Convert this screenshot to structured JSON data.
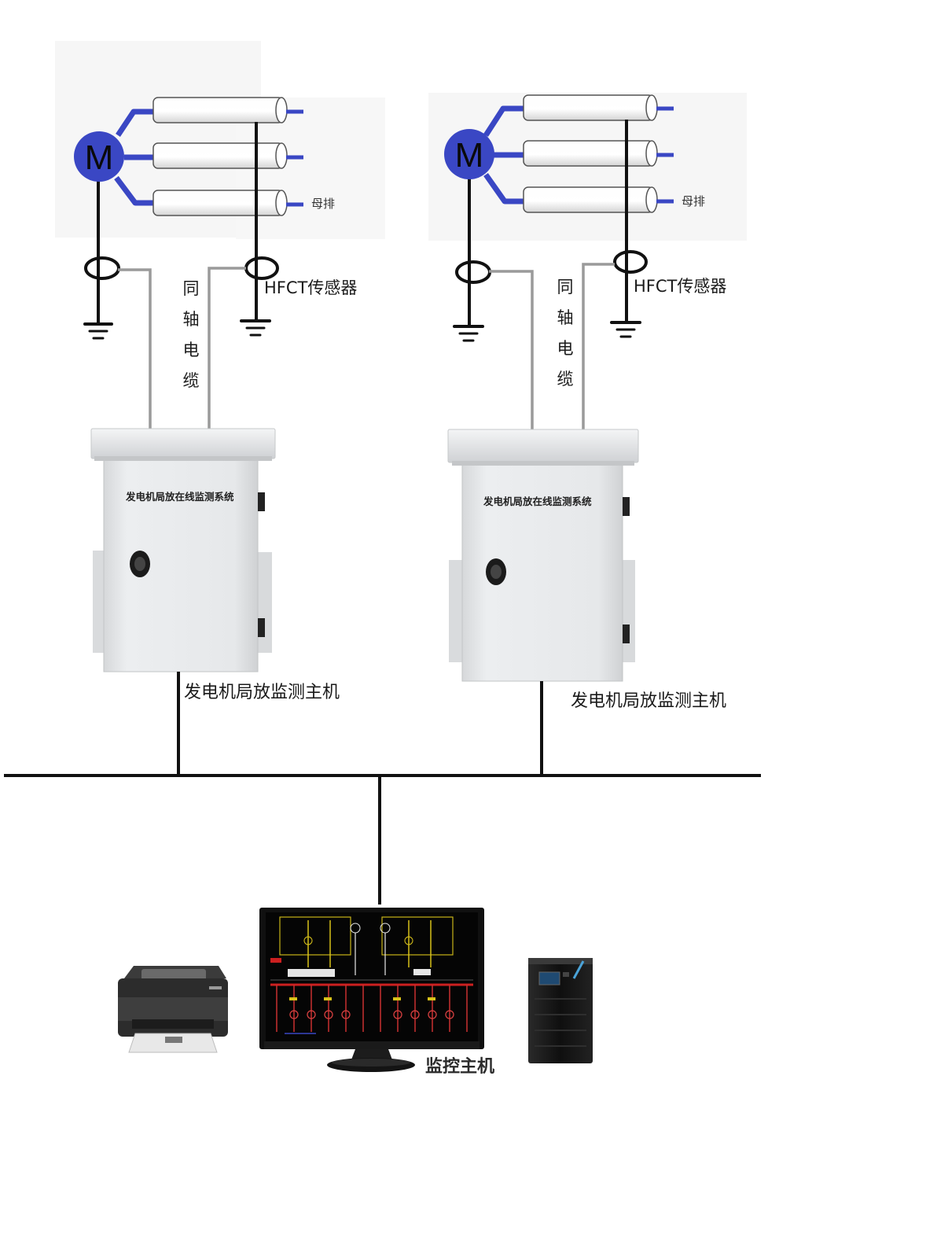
{
  "units": [
    {
      "motor_letter": "M",
      "busbar_label": "母排",
      "sensor_label": "HFCT传感器",
      "cable_label_chars": [
        "同",
        "轴",
        "电",
        "缆"
      ],
      "cabinet_title": "发电机局放在线监测系统",
      "host_label": "发电机局放监测主机"
    },
    {
      "motor_letter": "M",
      "busbar_label": "母排",
      "sensor_label": "HFCT传感器",
      "cable_label_chars": [
        "同",
        "轴",
        "电",
        "缆"
      ],
      "cabinet_title": "发电机局放在线监测系统",
      "host_label": "发电机局放监测主机"
    }
  ],
  "monitoring_host_label": "监控主机",
  "colors": {
    "motor": "#3a47c4",
    "busbar_wire": "#3a47c4",
    "line": "#111111",
    "coax": "#9a9a9a",
    "cabinet": "#e3e5e7",
    "screen_busbar": "#cc1f1f",
    "screen_wire": "#d8c21a"
  },
  "icons": [
    "motor-icon",
    "ground-icon",
    "hfct-sensor-icon",
    "cabinet-icon",
    "printer-icon",
    "monitor-icon",
    "ups-icon"
  ]
}
